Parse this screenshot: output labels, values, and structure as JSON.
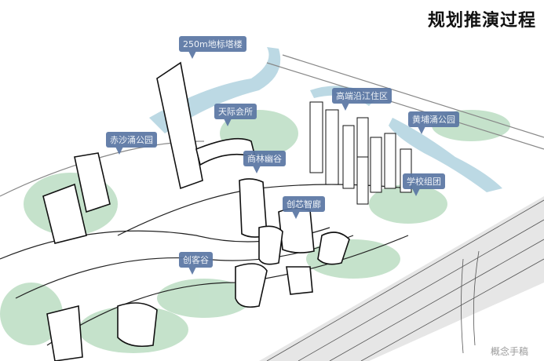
{
  "title": "规划推演过程",
  "caption": "概念手稿",
  "labels": {
    "tower": "250m地标塔楼",
    "club": "天际会所",
    "residential": "高端沿江住区",
    "huangpu_park": "黄埔涌公园",
    "chisha_park": "赤沙涌公园",
    "valley": "商林幽谷",
    "school": "学校组团",
    "corridor": "创芯智廊",
    "maker": "创客谷"
  },
  "colors": {
    "label_bg": "#5a76a3",
    "river": "#b8d8e4",
    "green": "#b9dcc0",
    "road": "#e4e4e4"
  }
}
